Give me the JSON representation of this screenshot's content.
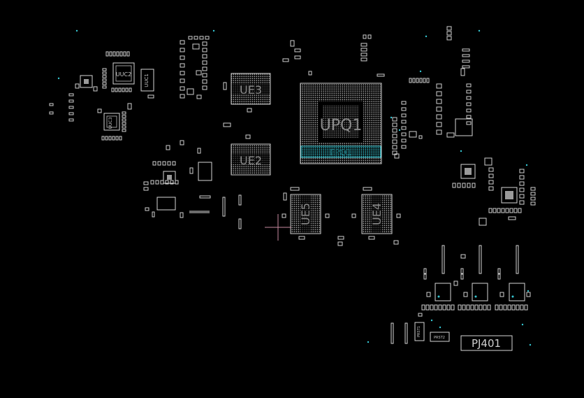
{
  "viewer": {
    "background_color": "#000000",
    "outline_color": "#d6d6d6",
    "pad_color": "#9a9a9a",
    "highlight_color": "#35c7d3",
    "crosshair_color": "#c98aa0"
  },
  "components": {
    "upq1": "UPQ1",
    "upq1_highlight": "FPQ1",
    "ue3": "UE3",
    "ue2": "UE2",
    "ue5": "UE5",
    "ue4": "UE4",
    "uuc2": "UUC2",
    "uuc1": "UUC1",
    "uuc3": "UUC3",
    "pj401": "PJ401",
    "prst2": "PRST2",
    "prst1": "PRST1"
  }
}
